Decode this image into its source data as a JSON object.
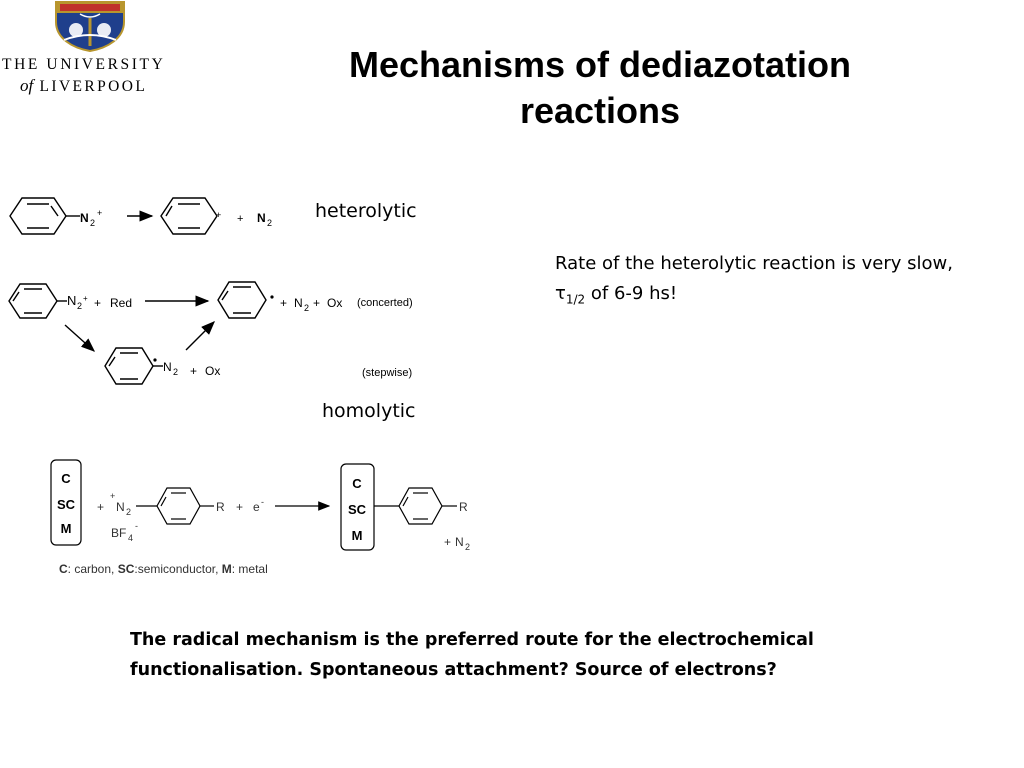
{
  "logo": {
    "line1": "THE UNIVERSITY",
    "line2_of": "of",
    "line2_rest": "LIVERPOOL"
  },
  "slide": {
    "title": "Mechanisms of dediazotation reactions",
    "heterolytic_label": "heterolytic",
    "homolytic_label": "homolytic",
    "rate_text_1": "Rate of the heterolytic reaction is very slow,",
    "rate_tau": "τ",
    "rate_sub": "1/2",
    "rate_text_2": "of 6-9 hs!",
    "bottom_text": "The radical mechanism is the preferred route for the electrochemical functionalisation. Spontaneous attachment? Source of electrons?"
  },
  "scheme": {
    "het_n2plus": "N",
    "het_sub": "2",
    "het_sup": "+",
    "het_plus_sign": "+",
    "het_plus": "+",
    "het_n2": "N",
    "het_n2_sub": "2",
    "hom_n2": "N",
    "hom_n2_sub": "2",
    "hom_n2_sup": "+",
    "hom_plus1": "+",
    "hom_red": "Red",
    "hom_plus2": "+",
    "hom_prod_n2": "N",
    "hom_prod_n2_sub": "2",
    "hom_plus3": "+",
    "hom_ox": "Ox",
    "concerted": "(concerted)",
    "step_n2": "N",
    "step_n2_sub": "2",
    "step_plus": "+",
    "step_ox": "Ox",
    "stepwise": "(stepwise)"
  },
  "surface": {
    "box_c": "C",
    "box_sc": "SC",
    "box_m": "M",
    "plus1": "+",
    "n2_sup": "+",
    "n2": "N",
    "n2_sub": "2",
    "bf": "BF",
    "bf_sub": "4",
    "bf_sup": "-",
    "r1": "R",
    "plus2": "+",
    "e": "e",
    "e_sup": "-",
    "r2": "R",
    "plus3": "+",
    "n2b": "N",
    "n2b_sub": "2",
    "legend_c": "C",
    "legend_c_text": ": carbon, ",
    "legend_sc": "SC",
    "legend_sc_text": ":semiconductor, ",
    "legend_m": "M",
    "legend_m_text": ": metal"
  }
}
